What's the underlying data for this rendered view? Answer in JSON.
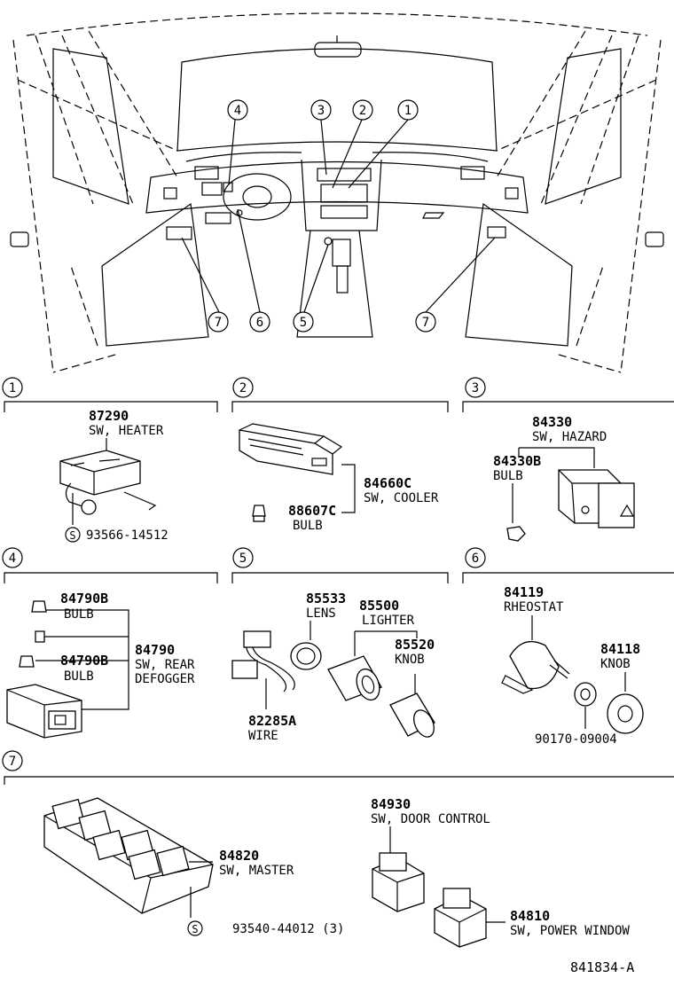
{
  "callouts": [
    "1",
    "2",
    "3",
    "4",
    "5",
    "6",
    "7"
  ],
  "s_mark": "S",
  "sec1": {
    "part": "87290",
    "name": "SW, HEATER",
    "screw": "93566-14512"
  },
  "sec2": {
    "part": "84660C",
    "name": "SW, COOLER",
    "bulb_part": "88607C",
    "bulb_name": "BULB"
  },
  "sec3": {
    "part": "84330",
    "name": "SW, HAZARD",
    "bulb_part": "84330B",
    "bulb_name": "BULB"
  },
  "sec4": {
    "bulb1": "84790B",
    "bulb1_name": "BULB",
    "bulb2": "84790B",
    "bulb2_name": "BULB",
    "part": "84790",
    "name_l1": "SW, REAR",
    "name_l2": "DEFOGGER"
  },
  "sec5": {
    "lens": "85533",
    "lens_name": "LENS",
    "lighter": "85500",
    "lighter_name": "LIGHTER",
    "knob": "85520",
    "knob_name": "KNOB",
    "wire": "82285A",
    "wire_name": "WIRE"
  },
  "sec6": {
    "rheostat": "84119",
    "rheostat_name": "RHEOSTAT",
    "knob": "84118",
    "knob_name": "KNOB",
    "nut": "90170-09004"
  },
  "sec7": {
    "master": "84820",
    "master_name": "SW, MASTER",
    "door": "84930",
    "door_name": "SW, DOOR CONTROL",
    "power": "84810",
    "power_name": "SW, POWER WINDOW",
    "screw": "93540-44012 (3)"
  },
  "diagram_id": "841834-A"
}
